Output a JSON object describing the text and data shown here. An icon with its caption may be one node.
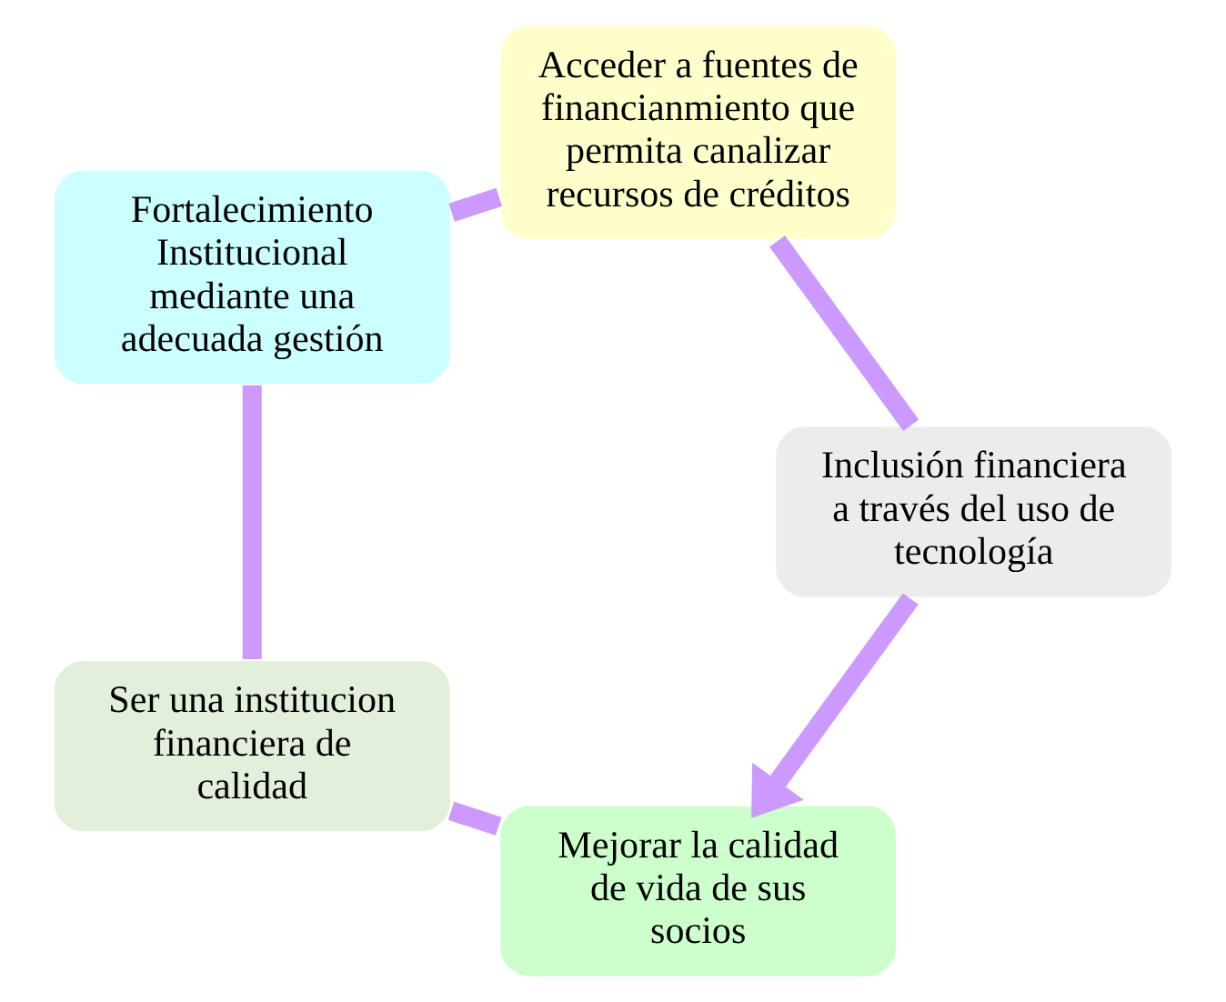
{
  "diagram": {
    "nodes": [
      {
        "text": [
          "Mejorar la calidad de vida de sus socios"
        ]
      },
      {
        "text": [
          "Ser una institucion financiera de calidad"
        ]
      },
      {
        "text": [
          "Fortalecimiento Institucional mediante una adecuada gestión"
        ]
      },
      {
        "text": [
          "Acceder a fuentes de financianmiento que permita canalizar recursos de créditos"
        ]
      },
      {
        "text": [
          "Inclusión financiera a través del uso de tecnología"
        ]
      }
    ],
    "edges": [
      {
        "from": 0,
        "to": 1,
        "arrow": "none"
      },
      {
        "from": 1,
        "to": 2,
        "arrow": "none"
      },
      {
        "from": 2,
        "to": 3,
        "arrow": "none"
      },
      {
        "from": 3,
        "to": 4,
        "arrow": "none"
      },
      {
        "from": 4,
        "to": 0,
        "arrow": "to"
      }
    ]
  }
}
